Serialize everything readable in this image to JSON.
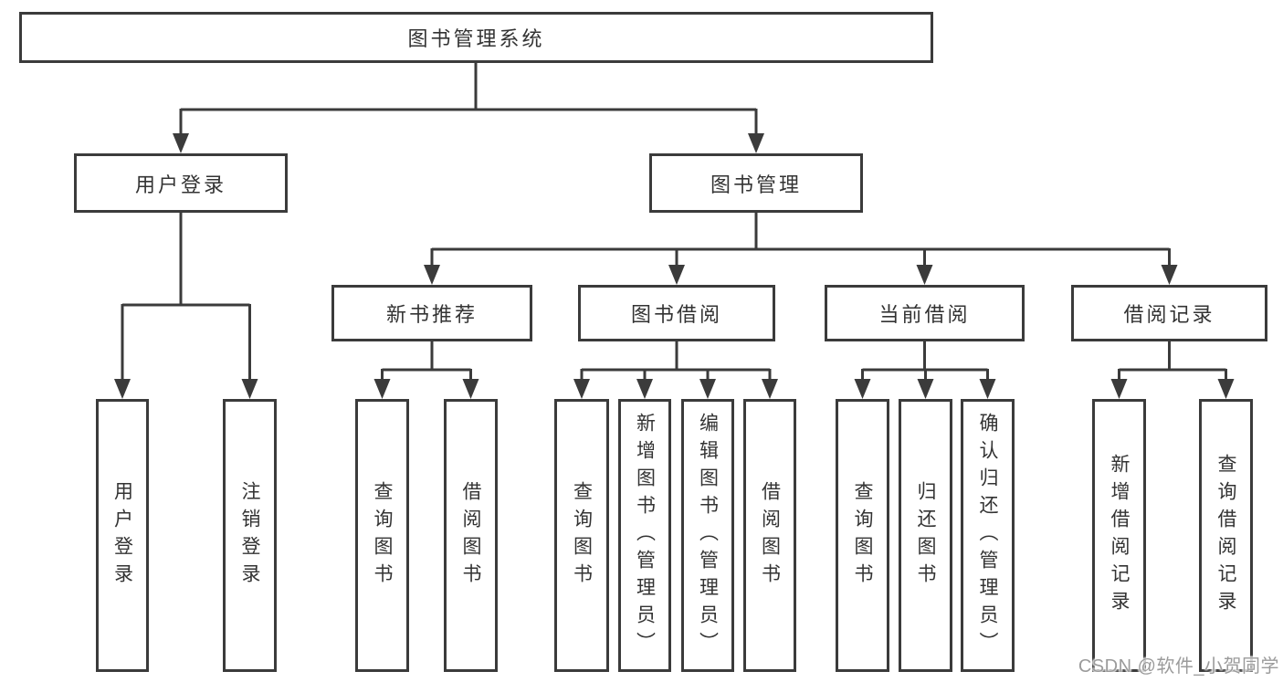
{
  "diagram": {
    "root": {
      "label": "图书管理系统"
    },
    "children": [
      {
        "label": "用户登录",
        "children": [
          {
            "label": "用户登录"
          },
          {
            "label": "注销登录"
          }
        ]
      },
      {
        "label": "图书管理",
        "children": [
          {
            "label": "新书推荐",
            "children": [
              {
                "label": "查询图书"
              },
              {
                "label": "借阅图书"
              }
            ]
          },
          {
            "label": "图书借阅",
            "children": [
              {
                "label": "查询图书"
              },
              {
                "label": "新增图书（管理员）"
              },
              {
                "label": "编辑图书（管理员）"
              },
              {
                "label": "借阅图书"
              }
            ]
          },
          {
            "label": "当前借阅",
            "children": [
              {
                "label": "查询图书"
              },
              {
                "label": "归还图书"
              },
              {
                "label": "确认归还（管理员）"
              }
            ]
          },
          {
            "label": "借阅记录",
            "children": [
              {
                "label": "新增借阅记录"
              },
              {
                "label": "查询借阅记录"
              }
            ]
          }
        ]
      }
    ]
  },
  "watermark": {
    "text": "CSDN @软件_小贺同学"
  },
  "colors": {
    "line": "#3b3b3b",
    "text": "#333333",
    "watermark": "#9b9b9b",
    "background": "#ffffff"
  }
}
